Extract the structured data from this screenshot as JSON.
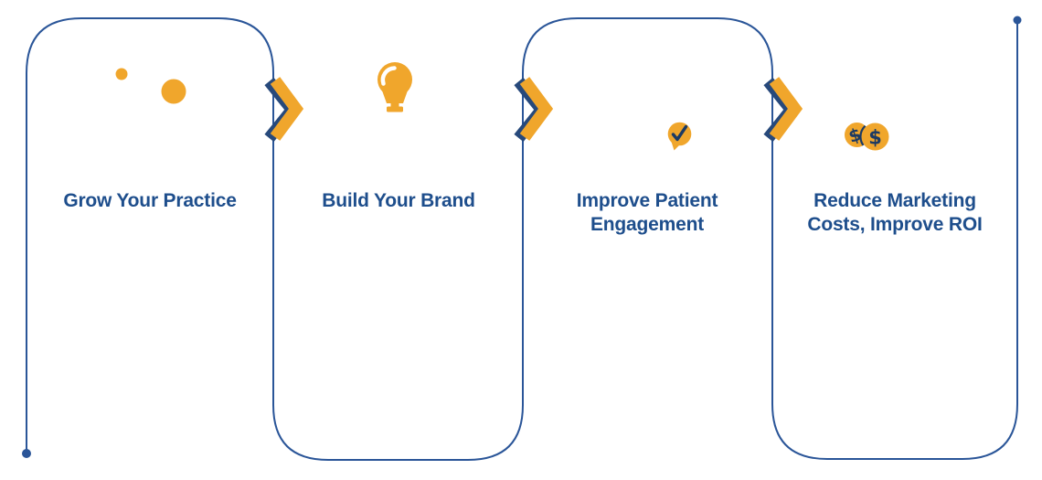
{
  "diagram": {
    "type": "process-flow",
    "background": "#ffffff",
    "steps": [
      {
        "label": "Grow Your Practice",
        "lines": [
          "Grow Your Practice"
        ],
        "icon": "growth-dots-icon"
      },
      {
        "label": "Build Your Brand",
        "lines": [
          "Build Your Brand"
        ],
        "icon": "lightbulb-icon"
      },
      {
        "label": "Improve Patient Engagement",
        "lines": [
          "Improve Patient",
          "Engagement"
        ],
        "icon": "check-bubble-icon"
      },
      {
        "label": "Reduce Marketing Costs, Improve ROI",
        "lines": [
          "Reduce Marketing",
          "Costs, Improve ROI"
        ],
        "icon": "dollar-coins-icon"
      }
    ],
    "connectors": {
      "icon": "chevron-right-icon",
      "count": 3
    },
    "coin_symbol": "$",
    "colors": {
      "accent_orange": "#F0A62C",
      "line_blue": "#2A5598",
      "label_navy": "#1E4E8C",
      "glyph_navy": "#1C3A63",
      "chevron_shadow": "#27497B",
      "highlight_white": "#FFFFFF"
    }
  }
}
